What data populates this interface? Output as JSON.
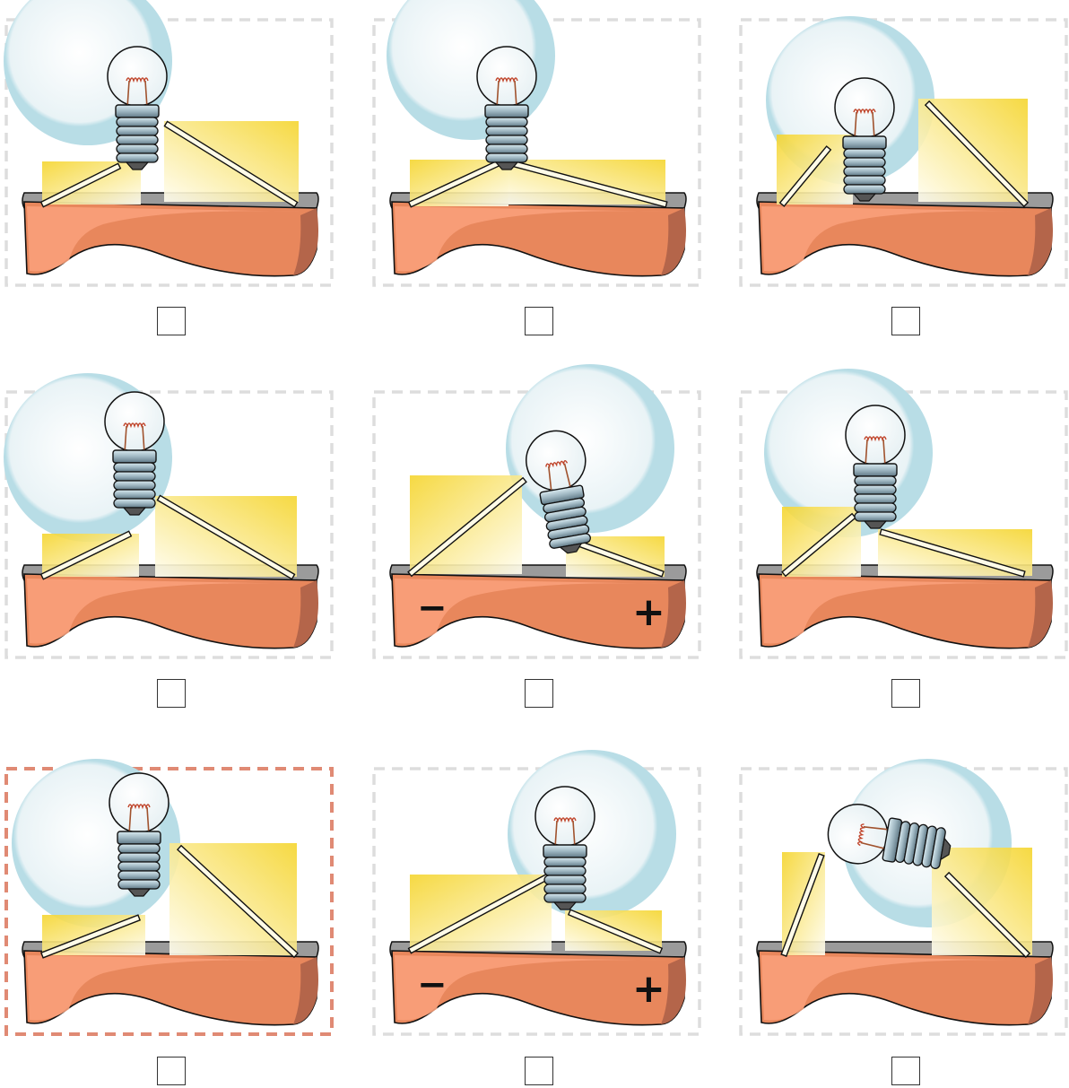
{
  "exercise": {
    "options": [
      {
        "id": "option-1",
        "selected": false,
        "battery_signs": {
          "negative": "",
          "positive": ""
        }
      },
      {
        "id": "option-2",
        "selected": false,
        "battery_signs": {
          "negative": "",
          "positive": ""
        }
      },
      {
        "id": "option-3",
        "selected": false,
        "battery_signs": {
          "negative": "",
          "positive": ""
        }
      },
      {
        "id": "option-4",
        "selected": false,
        "battery_signs": {
          "negative": "",
          "positive": ""
        }
      },
      {
        "id": "option-5",
        "selected": false,
        "battery_signs": {
          "negative": "−",
          "positive": "+"
        }
      },
      {
        "id": "option-6",
        "selected": false,
        "battery_signs": {
          "negative": "",
          "positive": ""
        }
      },
      {
        "id": "option-7",
        "selected": true,
        "battery_signs": {
          "negative": "",
          "positive": ""
        }
      },
      {
        "id": "option-8",
        "selected": false,
        "battery_signs": {
          "negative": "−",
          "positive": "+"
        }
      },
      {
        "id": "option-9",
        "selected": false,
        "battery_signs": {
          "negative": "",
          "positive": ""
        }
      }
    ],
    "colors": {
      "card_border": "#dddddd",
      "selected_border": "#e08a74",
      "battery_front": "#e8875c",
      "battery_light": "#f9a07a",
      "battery_side": "#b4654a",
      "battery_top": "#9b9b9b",
      "glow": "#b8dde6",
      "strip_yellow": "#f5d52e"
    }
  }
}
